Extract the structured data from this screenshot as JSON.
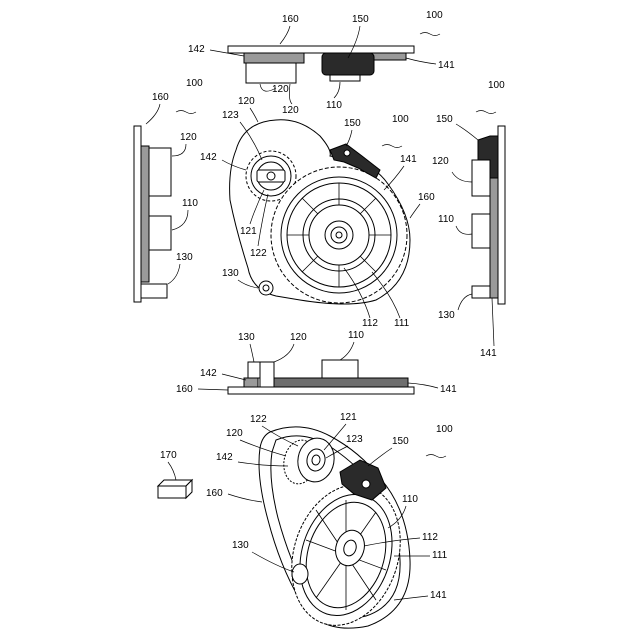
{
  "colors": {
    "line": "#000000",
    "housing_grey": "#9a9a9a",
    "dark_part": "#2a2a2a",
    "background": "#ffffff"
  },
  "views": {
    "top": {
      "labels": [
        "160",
        "150",
        "100",
        "142",
        "141",
        "120",
        "110"
      ]
    },
    "front": {
      "labels": [
        "120",
        "150",
        "100",
        "123",
        "142",
        "141",
        "160",
        "121",
        "122",
        "130",
        "112",
        "111"
      ]
    },
    "left": {
      "labels": [
        "160",
        "100",
        "120",
        "110",
        "130"
      ]
    },
    "right": {
      "labels": [
        "100",
        "150",
        "120",
        "110",
        "130",
        "141"
      ]
    },
    "bottom": {
      "labels": [
        "130",
        "120",
        "110",
        "142",
        "160",
        "141"
      ]
    },
    "perspective": {
      "labels": [
        "122",
        "121",
        "120",
        "123",
        "100",
        "142",
        "150",
        "170",
        "160",
        "110",
        "112",
        "130",
        "111",
        "141"
      ]
    }
  }
}
